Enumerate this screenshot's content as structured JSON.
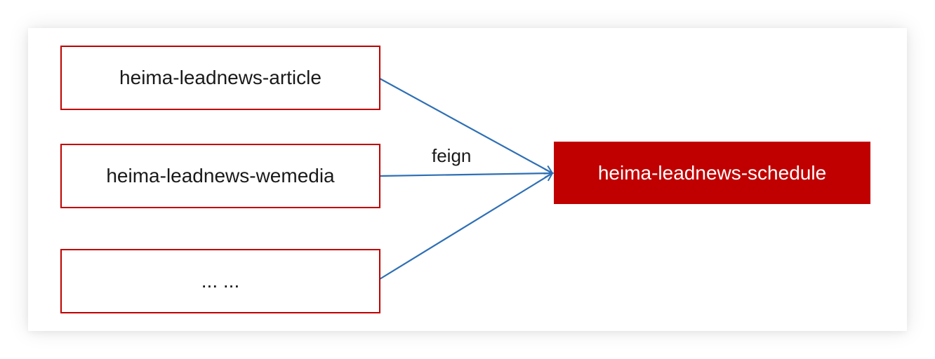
{
  "nodes": {
    "article": "heima-leadnews-article",
    "wemedia": "heima-leadnews-wemedia",
    "more": "... ...",
    "schedule": "heima-leadnews-schedule"
  },
  "edge_label": "feign",
  "colors": {
    "node_border": "#c00000",
    "target_fill": "#c00000",
    "target_text": "#ffffff",
    "arrow": "#2e6fb5"
  }
}
